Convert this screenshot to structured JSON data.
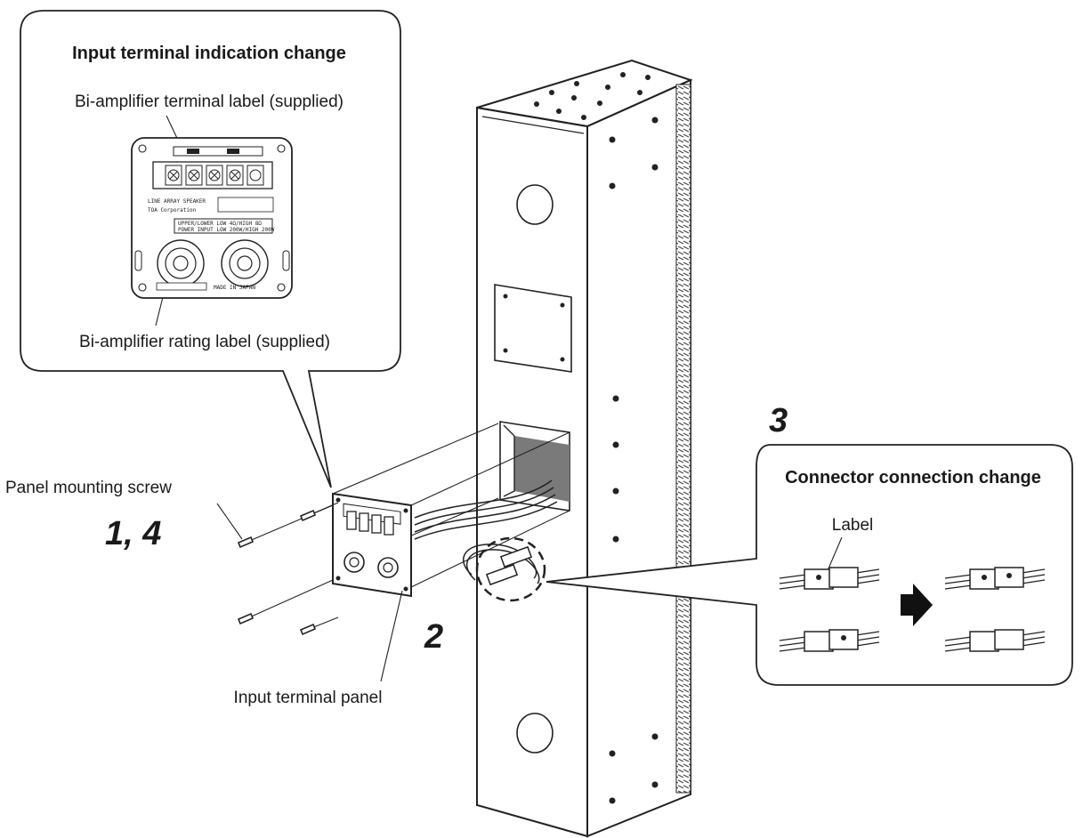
{
  "callouts": {
    "input_terminal": {
      "title": "Input terminal indication change",
      "terminal_label": "Bi-amplifier terminal label (supplied)",
      "rating_label": "Bi-amplifier rating label (supplied)",
      "panel_text": {
        "line1": "LINE ARRAY SPEAKER",
        "line2": "TOA Corporation",
        "rating_line1": "UPPER/LOWER     LOW 4Ω/HIGH 8Ω",
        "rating_line2": "POWER INPUT LOW 200W/HIGH 200W",
        "made_in": "MADE IN JAPAN"
      }
    },
    "connector": {
      "title": "Connector connection change",
      "label": "Label"
    }
  },
  "labels": {
    "panel_screw": "Panel mounting screw",
    "input_panel": "Input terminal panel"
  },
  "steps": {
    "step_1_4": "1, 4",
    "step_2": "2",
    "step_3": "3"
  },
  "colors": {
    "line": "#222222",
    "shade": "#7a7a7a",
    "background": "#ffffff"
  },
  "icons": {
    "arrow": "right-arrow-icon"
  }
}
